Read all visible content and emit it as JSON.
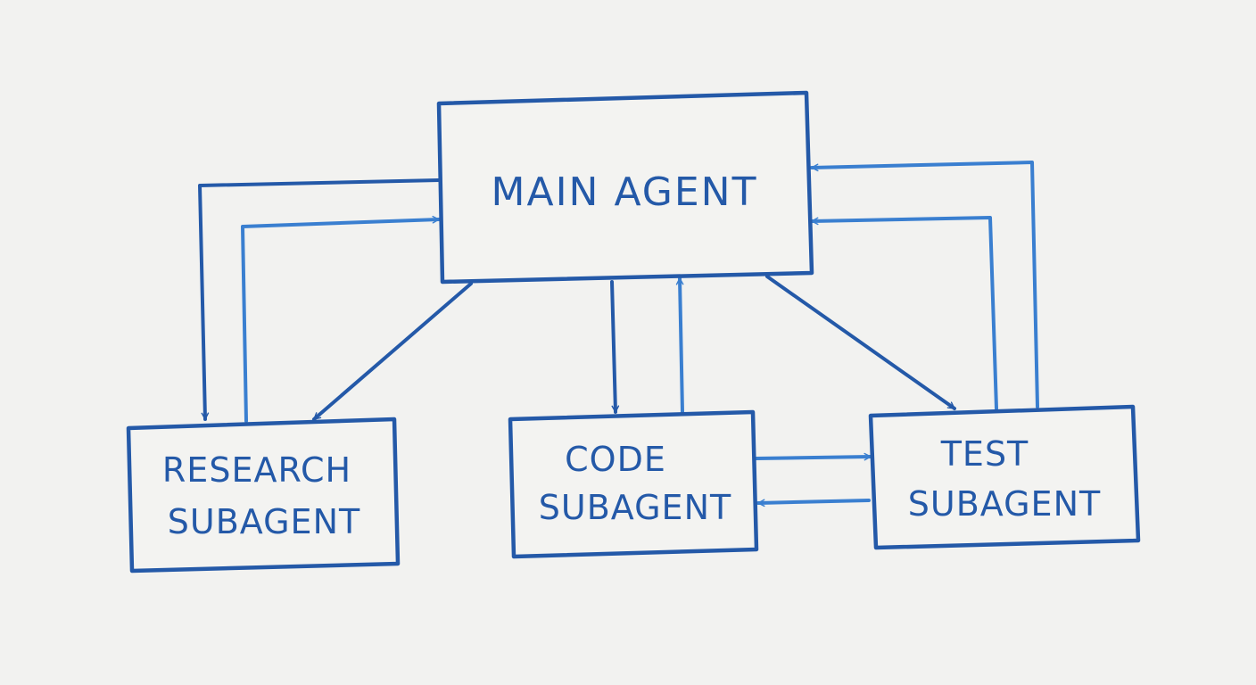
{
  "diagram": {
    "colors": {
      "background": "#f2f2f0",
      "stroke_dark": "#2459a8",
      "stroke_light": "#3a7fd0",
      "text": "#2459a8"
    },
    "nodes": {
      "main": {
        "line1": "MAIN AGENT"
      },
      "research": {
        "line1": "RESEARCH",
        "line2": "SUBAGENT"
      },
      "code": {
        "line1": "CODE",
        "line2": "SUBAGENT"
      },
      "test": {
        "line1": "TEST",
        "line2": "SUBAGENT"
      }
    },
    "edges": [
      {
        "from": "main",
        "to": "research"
      },
      {
        "from": "research",
        "to": "main"
      },
      {
        "from": "main",
        "to": "research"
      },
      {
        "from": "main",
        "to": "code"
      },
      {
        "from": "code",
        "to": "main"
      },
      {
        "from": "main",
        "to": "test"
      },
      {
        "from": "test",
        "to": "main"
      },
      {
        "from": "test",
        "to": "main"
      },
      {
        "from": "code",
        "to": "test"
      },
      {
        "from": "test",
        "to": "code"
      }
    ]
  }
}
